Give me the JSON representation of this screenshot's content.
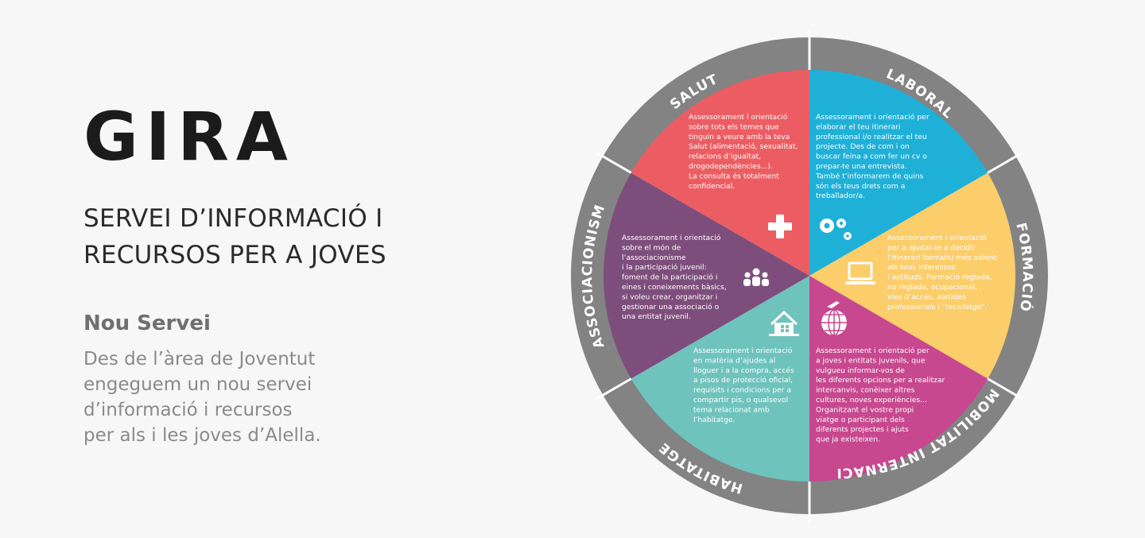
{
  "header": {
    "brand": "GIRA",
    "subtitle_line1": "SERVEI D’INFORMACIÓ I",
    "subtitle_line2": "RECURSOS PER A JOVES"
  },
  "intro": {
    "title": "Nou Servei",
    "lines": [
      "Des de l’àrea de Joventut",
      "engeguem un nou servei",
      "d’informació i recursos",
      "per als i les joves d’Alella."
    ]
  },
  "colors": {
    "ring": "#838383",
    "divider": "#ffffff",
    "salut": "#ec5d63",
    "laboral": "#1fb0d8",
    "formacio": "#fbcd6b",
    "mobilitat": "#c7488f",
    "habitatge": "#6fc3bd",
    "associacionisme": "#7d4e7c"
  },
  "sectors": [
    {
      "key": "salut",
      "label": "SALUT",
      "icon": "medical-cross-icon",
      "lines": [
        "Assessorament i orientació",
        "sobre tots els temes que",
        "tinguin a veure amb la teva",
        "Salut (alimentació, sexualitat,",
        "relacions d’igualtat,",
        "drogodependències...).",
        "La consulta és totalment",
        "confidencial."
      ]
    },
    {
      "key": "laboral",
      "label": "LABORAL",
      "icon": "gears-icon",
      "lines": [
        "Assessorament i orientació per",
        "elaborar el teu itinerari",
        "professional i/o realitzar el teu",
        "projecte. Des de com i on",
        "buscar feina a com fer un cv o",
        "prepar-te una entrevista.",
        "També t’informarem de quins",
        "són els teus drets com a",
        "treballador/a."
      ]
    },
    {
      "key": "formacio",
      "label": "FORMACIÓ",
      "icon": "laptop-icon",
      "lines": [
        "Assessorament i orientació",
        "per a ajudar-te a decidir",
        "l’itinerari formatiu més adient",
        "als teus interessos",
        "i aptituds. Formació reglada,",
        "no reglada, ocupacional,",
        "vies d’accés, sortides",
        "professionals i “reciclatge”."
      ]
    },
    {
      "key": "mobilitat",
      "label": "MOBILITAT INTERNACIONAL",
      "icon": "globe-plane-icon",
      "lines": [
        "Assessorament i orientació per",
        "a joves i entitats juvenils, que",
        "vulgueu informar-vos de",
        "les diferents opcions per a realitzar",
        "intercanvis, conèixer altres",
        "cultures, noves experiències...",
        "Organitzant el vostre propi",
        "viatge o participant dels",
        "diferents projectes i ajuts",
        "que ja existeixen."
      ]
    },
    {
      "key": "habitatge",
      "label": "HABITATGE",
      "icon": "house-icon",
      "lines": [
        "Assessorament i orientació",
        "en matèria d’ajudes al",
        "lloguer i a la compra, accés",
        "a pisos de protecció oficial,",
        "requisits i condicions per a",
        "compartir pis, o qualsevol",
        "tema relacionat amb",
        "l’habitatge."
      ]
    },
    {
      "key": "associacionisme",
      "label": "ASSOCIACIONISME",
      "icon": "group-people-icon",
      "lines": [
        "Assessorament i orientació",
        "sobre el món de",
        "l’associacionisme",
        "i la participació juvenil:",
        "foment de la participació i",
        "eines i coneixements bàsics,",
        "si voleu crear, organitzar i",
        "gestionar una associació o",
        "una entitat juvenil."
      ]
    }
  ]
}
